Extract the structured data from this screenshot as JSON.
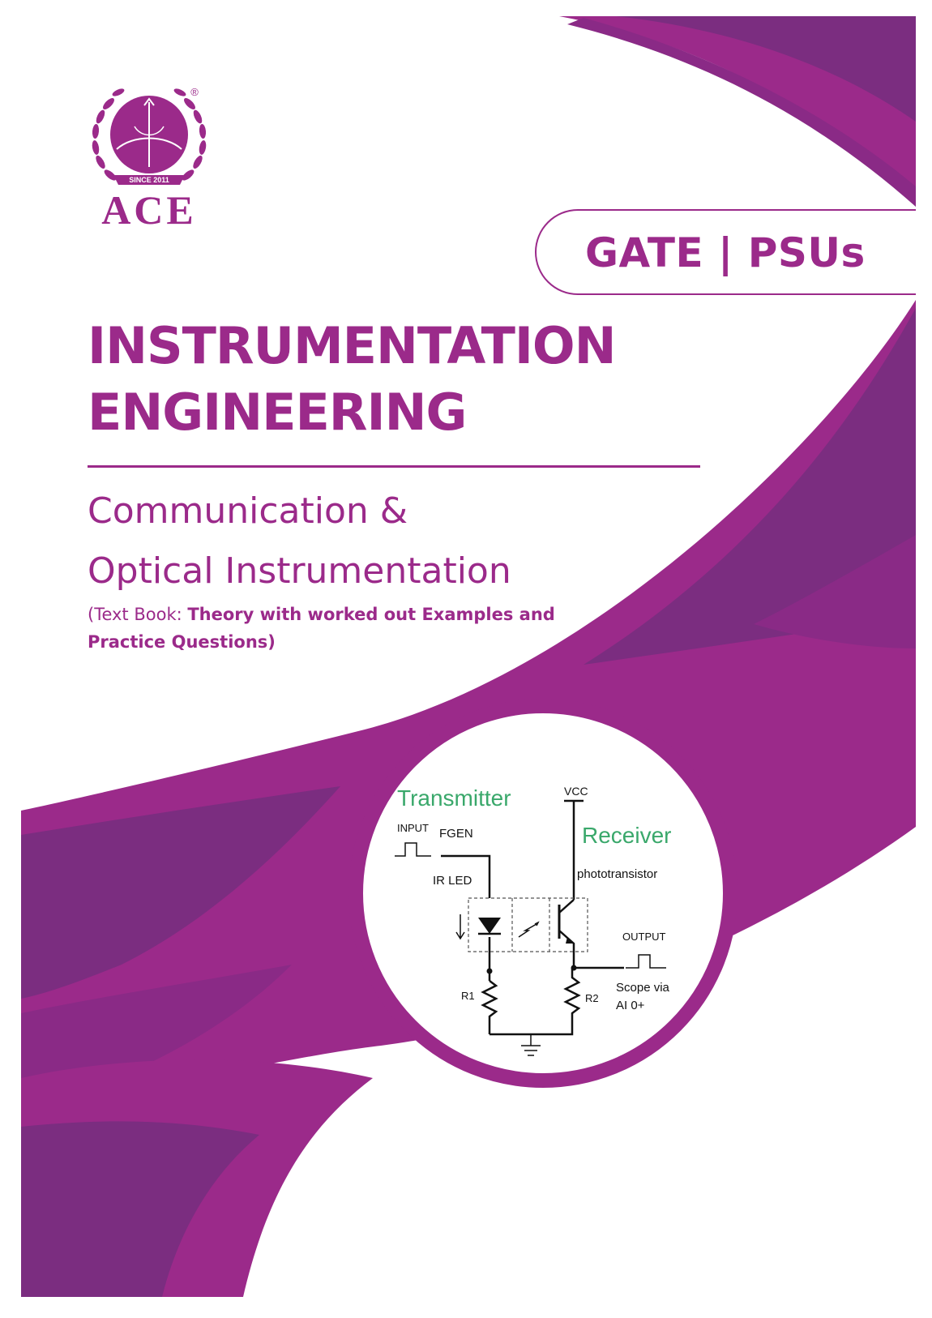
{
  "colors": {
    "brand": "#9b2a8a",
    "brand_dark": "#7b2d80",
    "brand_mid": "#8a2a86",
    "label_green": "#3aa86b",
    "ink": "#111111"
  },
  "logo": {
    "since": "SINCE 2011",
    "name": "ACE",
    "registered": "®",
    "icon": "laurel-bow-and-arrow-emblem"
  },
  "badge": {
    "text": "GATE | PSUs"
  },
  "title": {
    "line1": "INSTRUMENTATION",
    "line2": "ENGINEERING"
  },
  "subtitle": {
    "line1": "Communication &",
    "line2": "Optical Instrumentation"
  },
  "description": {
    "prefix": "(Text Book: ",
    "body": "Theory with worked out Examples and Practice Questions)"
  },
  "circuit": {
    "transmitter_label": "Transmitter",
    "receiver_label": "Receiver",
    "vcc": "VCC",
    "input": "INPUT",
    "fgen": "FGEN",
    "ir_led": "IR LED",
    "phototransistor": "phototransistor",
    "output": "OUTPUT",
    "scope_line1": "Scope via",
    "scope_line2": "AI 0+",
    "r1": "R1",
    "r2": "R2"
  }
}
